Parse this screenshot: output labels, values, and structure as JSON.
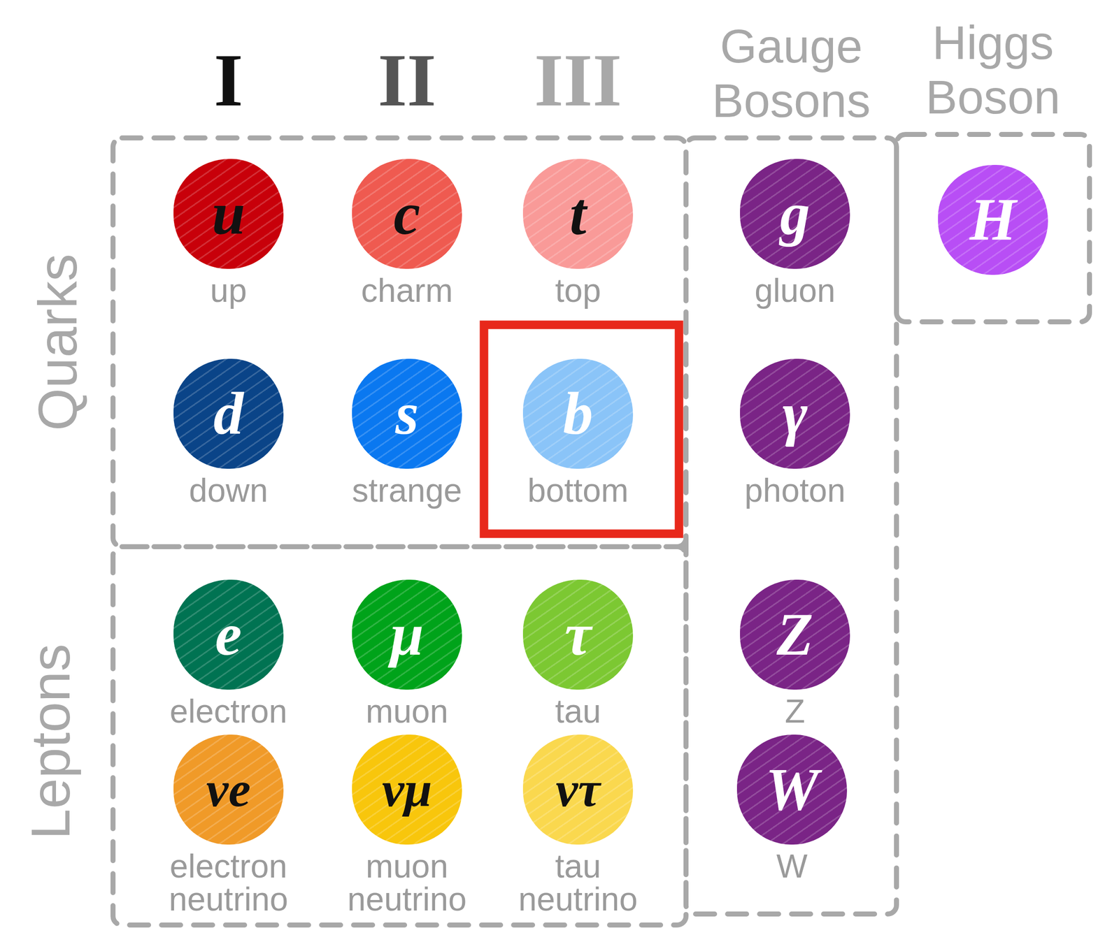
{
  "diagram": {
    "nodes": [
      {
        "text": [
          "Quarks"
        ]
      },
      {
        "text": [
          "u",
          "up"
        ],
        "in": 0
      },
      {
        "text": [
          "c",
          "charm"
        ],
        "in": 0
      },
      {
        "text": [
          "t",
          "top"
        ],
        "in": 0
      },
      {
        "text": [
          "d",
          "down"
        ],
        "in": 0
      },
      {
        "text": [
          "s",
          "strange"
        ],
        "in": 0
      },
      {
        "text": [
          "b",
          "bottom"
        ],
        "in": 0
      },
      {
        "text": [
          "Gauge Bosons"
        ]
      },
      {
        "text": [
          "g",
          "gluon"
        ],
        "in": 7
      },
      {
        "text": [
          "γ",
          "photon"
        ],
        "in": 7
      },
      {
        "text": [
          "Z",
          "Z"
        ],
        "in": 7
      },
      {
        "text": [
          "W",
          "W"
        ],
        "in": 7
      },
      {
        "text": [
          "Higgs Boson"
        ]
      },
      {
        "text": [
          "H"
        ],
        "in": 12
      },
      {
        "text": [
          "Leptons"
        ]
      },
      {
        "text": [
          "e",
          "electron"
        ],
        "in": 14
      },
      {
        "text": [
          "μ",
          "muon"
        ],
        "in": 14
      },
      {
        "text": [
          "τ",
          "tau"
        ],
        "in": 14
      },
      {
        "text": [
          "νe",
          "electron neutrino"
        ],
        "in": 14
      },
      {
        "text": [
          "νμ",
          "muon neutrino"
        ],
        "in": 14
      },
      {
        "text": [
          "ντ",
          "tau neutrino"
        ],
        "in": 14
      }
    ],
    "labels": [
      "I",
      "II",
      "III"
    ]
  }
}
